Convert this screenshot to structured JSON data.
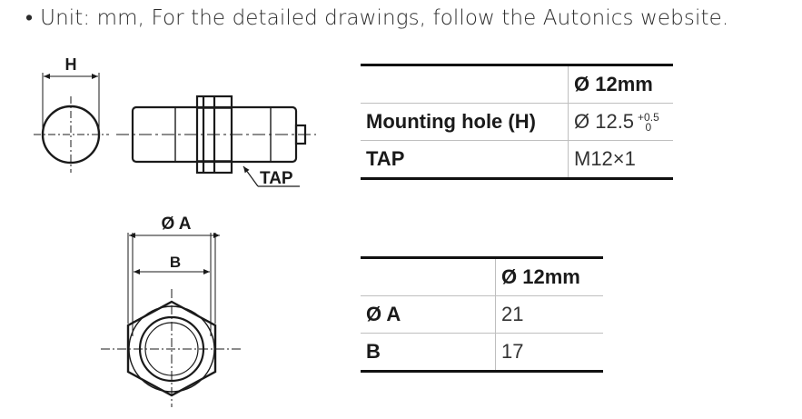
{
  "note": {
    "bullet": "•",
    "text": "Unit: mm, For the detailed drawings, follow the Autonics website."
  },
  "drawing": {
    "label_h": "H",
    "label_tap": "TAP",
    "label_a": "Ø A",
    "label_b": "B"
  },
  "table_hole": {
    "column_header": "Ø 12mm",
    "rows": [
      {
        "label": "Mounting hole (H)",
        "value": "Ø 12.5",
        "tol_upper": "+0.5",
        "tol_lower": "0"
      },
      {
        "label": "TAP",
        "value": "M12×1"
      }
    ]
  },
  "table_nut": {
    "column_header": "Ø 12mm",
    "rows": [
      {
        "label": "Ø A",
        "value": "21"
      },
      {
        "label": "B",
        "value": "17"
      }
    ]
  }
}
